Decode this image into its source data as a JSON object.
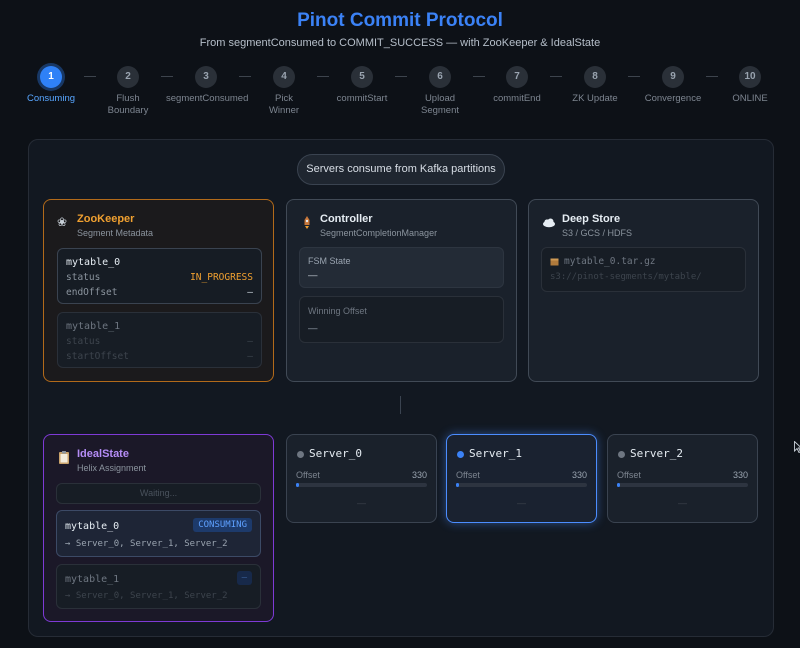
{
  "header": {
    "title": "Pinot Commit Protocol",
    "subtitle": "From segmentConsumed to COMMIT_SUCCESS — with ZooKeeper & IdealState"
  },
  "steps": [
    {
      "num": "1",
      "label": "Consuming",
      "active": true
    },
    {
      "num": "2",
      "label": "Flush\nBoundary"
    },
    {
      "num": "3",
      "label": "segmentConsumed"
    },
    {
      "num": "4",
      "label": "Pick\nWinner"
    },
    {
      "num": "5",
      "label": "commitStart"
    },
    {
      "num": "6",
      "label": "Upload\nSegment"
    },
    {
      "num": "7",
      "label": "commitEnd"
    },
    {
      "num": "8",
      "label": "ZK Update"
    },
    {
      "num": "9",
      "label": "Convergence"
    },
    {
      "num": "10",
      "label": "ONLINE"
    }
  ],
  "status_pill": "Servers consume from Kafka partitions",
  "zookeeper": {
    "icon": "herb-icon",
    "title": "ZooKeeper",
    "subtitle": "Segment Metadata",
    "segments": [
      {
        "name": "mytable_0",
        "rows": [
          {
            "key": "status",
            "value": "IN_PROGRESS"
          },
          {
            "key": "endOffset",
            "value": "—"
          }
        ]
      },
      {
        "name": "mytable_1",
        "rows": [
          {
            "key": "status",
            "value": "—"
          },
          {
            "key": "startOffset",
            "value": "—"
          }
        ]
      }
    ]
  },
  "controller": {
    "icon": "rocket-icon",
    "title": "Controller",
    "subtitle": "SegmentCompletionManager",
    "fsm_label": "FSM State",
    "fsm_value": "—",
    "winner_label": "Winning Offset",
    "winner_value": "—"
  },
  "deep_store": {
    "icon": "cloud-icon",
    "title": "Deep Store",
    "subtitle": "S3 / GCS / HDFS",
    "file": "mytable_0.tar.gz",
    "path": "s3://pinot-segments/mytable/"
  },
  "idealstate": {
    "icon": "clipboard-icon",
    "title": "IdealState",
    "subtitle": "Helix Assignment",
    "waiting": "Waiting...",
    "segments": [
      {
        "name": "mytable_0",
        "badge": "CONSUMING",
        "servers": "→ Server_0, Server_1, Server_2"
      },
      {
        "name": "mytable_1",
        "badge": "—",
        "servers": "→ Server_0, Server_1, Server_2"
      }
    ]
  },
  "servers": [
    {
      "name": "Server_0",
      "offset_label": "Offset",
      "offset": "330",
      "progress": 0.02,
      "foot": "—",
      "active": false
    },
    {
      "name": "Server_1",
      "offset_label": "Offset",
      "offset": "330",
      "progress": 0.02,
      "foot": "—",
      "active": true
    },
    {
      "name": "Server_2",
      "offset_label": "Offset",
      "offset": "330",
      "progress": 0.02,
      "foot": "—",
      "active": false
    }
  ],
  "colors": {
    "accent": "#3b82f6",
    "zookeeper": "#f0a030",
    "idealstate": "#b48cf5",
    "consuming_badge": "#5ea0ff"
  }
}
